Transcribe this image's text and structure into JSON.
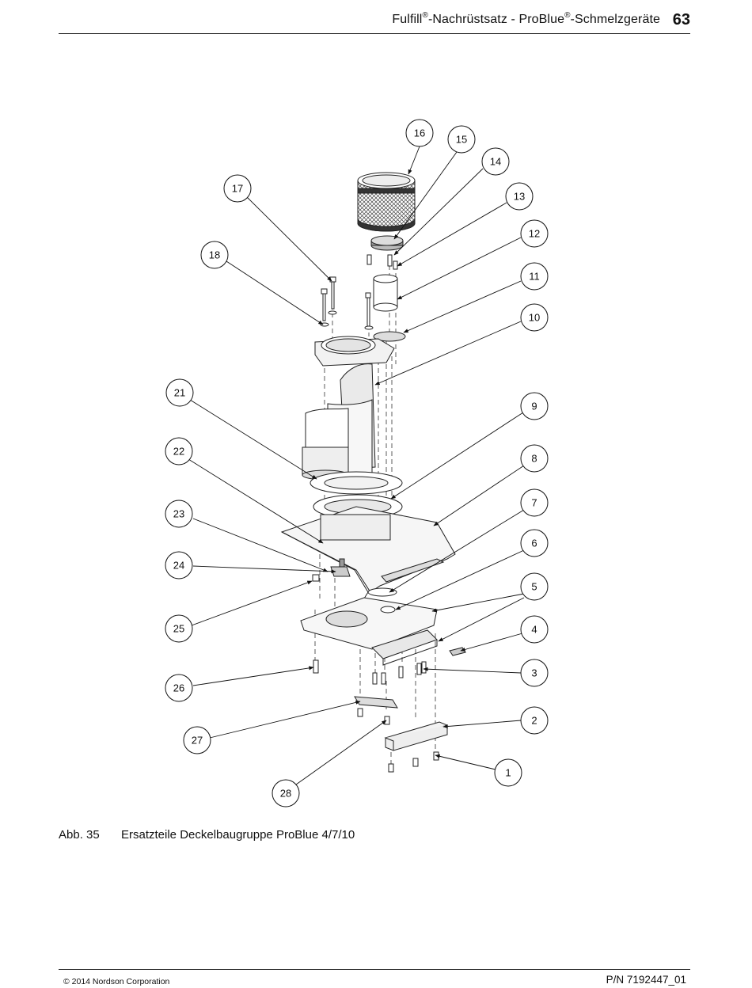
{
  "header": {
    "title_part1": "Fulfill",
    "reg_mark": "®",
    "title_part2": "-Nachrüstsatz - ProBlue",
    "title_part3": "-Schmelzgeräte",
    "page_number": "63"
  },
  "figure": {
    "label": "Abb. 35",
    "caption": "Ersatzteile Deckelbaugruppe ProBlue 4/7/10",
    "callouts": [
      "1",
      "2",
      "3",
      "4",
      "5",
      "6",
      "7",
      "8",
      "9",
      "10",
      "11",
      "12",
      "13",
      "14",
      "15",
      "16",
      "17",
      "18",
      "21",
      "22",
      "23",
      "24",
      "25",
      "26",
      "27",
      "28"
    ]
  },
  "footer": {
    "copyright": "© 2014 Nordson Corporation",
    "part_number": "P/N 7192447_01"
  }
}
